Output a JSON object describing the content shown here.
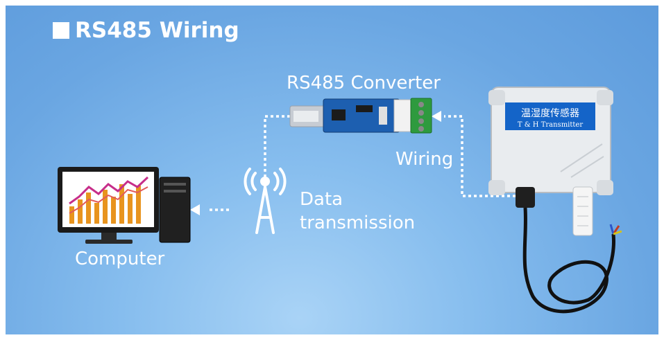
{
  "title": "RS485 Wiring",
  "labels": {
    "converter": "RS485 Converter",
    "wiring": "Wiring",
    "data_transmission_line1": "Data",
    "data_transmission_line2": "transmission",
    "computer": "Computer"
  },
  "transmitter": {
    "chinese_label": "温湿度传感器",
    "english_label": "T & H Transmitter"
  },
  "colors": {
    "background": "#6aa6e2",
    "accent": "#1464c8",
    "arrow": "#ffffff"
  }
}
